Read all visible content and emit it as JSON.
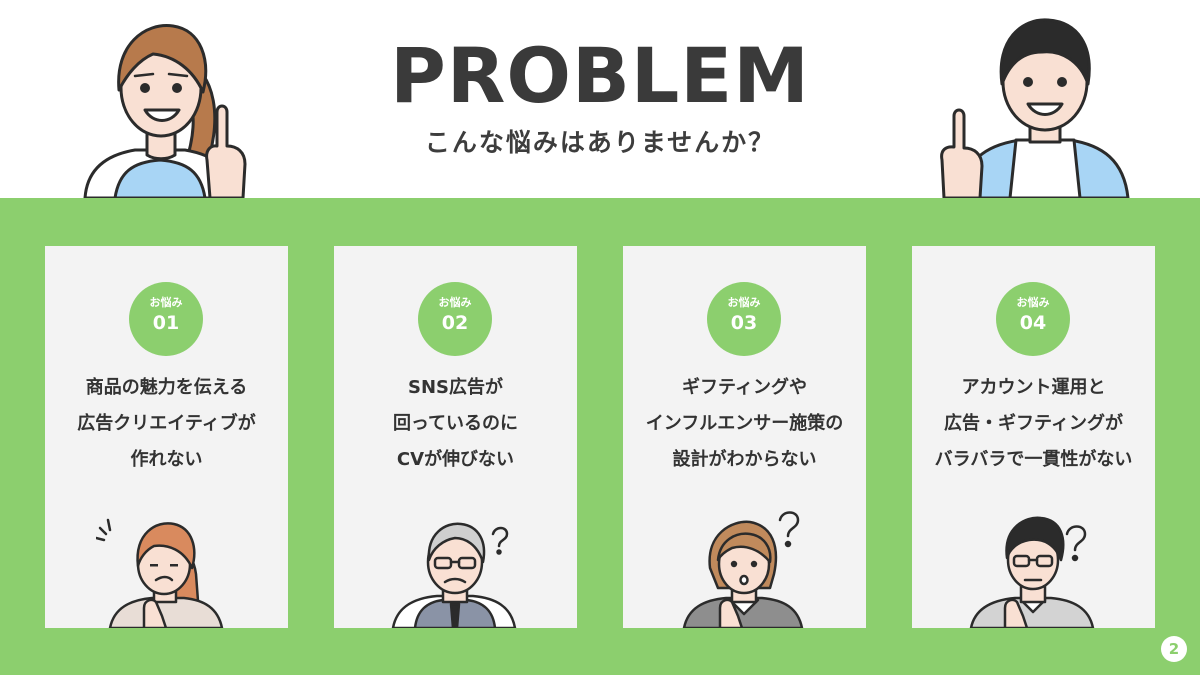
{
  "header": {
    "title": "PROBLEM",
    "subtitle": "こんな悩みはありませんか？"
  },
  "cards": [
    {
      "badge_label": "お悩み",
      "number": "01",
      "lines": [
        "商品の魅力を伝える",
        "広告クリエイティブが",
        "作れない"
      ]
    },
    {
      "badge_label": "お悩み",
      "number": "02",
      "lines": [
        "SNS広告が",
        "回っているのに",
        "CVが伸びない"
      ]
    },
    {
      "badge_label": "お悩み",
      "number": "03",
      "lines": [
        "ギフティングや",
        "インフルエンサー施策の",
        "設計がわからない"
      ]
    },
    {
      "badge_label": "お悩み",
      "number": "04",
      "lines": [
        "アカウント運用と",
        "広告・ギフティングが",
        "バラバラで一貫性がない"
      ]
    }
  ],
  "page_number": "2",
  "colors": {
    "accent_green": "#8ccf6e",
    "title_text": "#3a3a3a",
    "card_background": "#f3f3f3",
    "line_art": "#2b2b2b"
  },
  "icons": {
    "host_left": "woman-pointing-up-icon",
    "host_right": "man-pointing-up-icon",
    "card_1": "worried-woman-icon",
    "card_2": "confused-senior-man-icon",
    "card_3": "puzzled-woman-icon",
    "card_4": "puzzled-young-man-icon"
  }
}
